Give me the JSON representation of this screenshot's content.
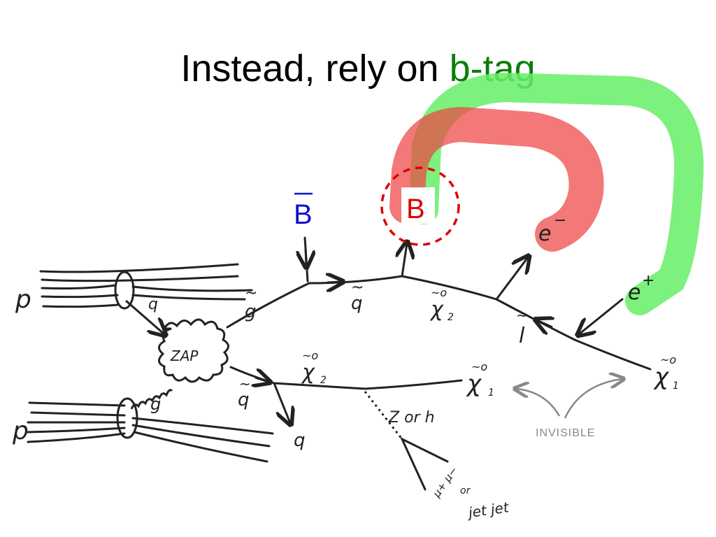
{
  "slide": {
    "title_prefix": "Instead, rely on ",
    "title_highlight": "b-tag"
  },
  "labels": {
    "bbar": "B",
    "b": "B",
    "proton_top": "p",
    "proton_bottom": "p",
    "quark_in": "q",
    "gluon_in": "g",
    "zap": "ZAP",
    "gluino": "g",
    "squark_top": "q",
    "neutralino2_top": "χ",
    "neutralino2_top_sup": "~o",
    "neutralino2_top_sub": "2",
    "slepton": "l",
    "electron_minus": "e",
    "electron_minus_sup": "−",
    "electron_plus": "e",
    "electron_plus_sup": "+",
    "neutralino1_right": "χ",
    "neutralino1_right_sup": "~o",
    "neutralino1_right_sub": "1",
    "squark_bottom": "q",
    "quark_out": "q",
    "neutralino2_bottom": "χ",
    "neutralino2_bottom_sup": "~o",
    "neutralino2_bottom_sub": "2",
    "neutralino1_bottom": "χ",
    "neutralino1_bottom_sup": "~o",
    "neutralino1_bottom_sub": "1",
    "z_or_h": "Z or h",
    "mu_pair": "μ+ μ−",
    "or_word": "or",
    "jet_pair": "jet jet",
    "invisible": "INVISIBLE"
  },
  "colors": {
    "title_accent": "#0a7d0a",
    "bbar_label": "#1010cc",
    "b_label": "#dd0000",
    "green_band": "#66ee66",
    "red_band": "#ee4444",
    "circle": "#dd0000",
    "invisible_text": "#888888"
  },
  "icons": {
    "circle": "dashed-circle-icon"
  }
}
